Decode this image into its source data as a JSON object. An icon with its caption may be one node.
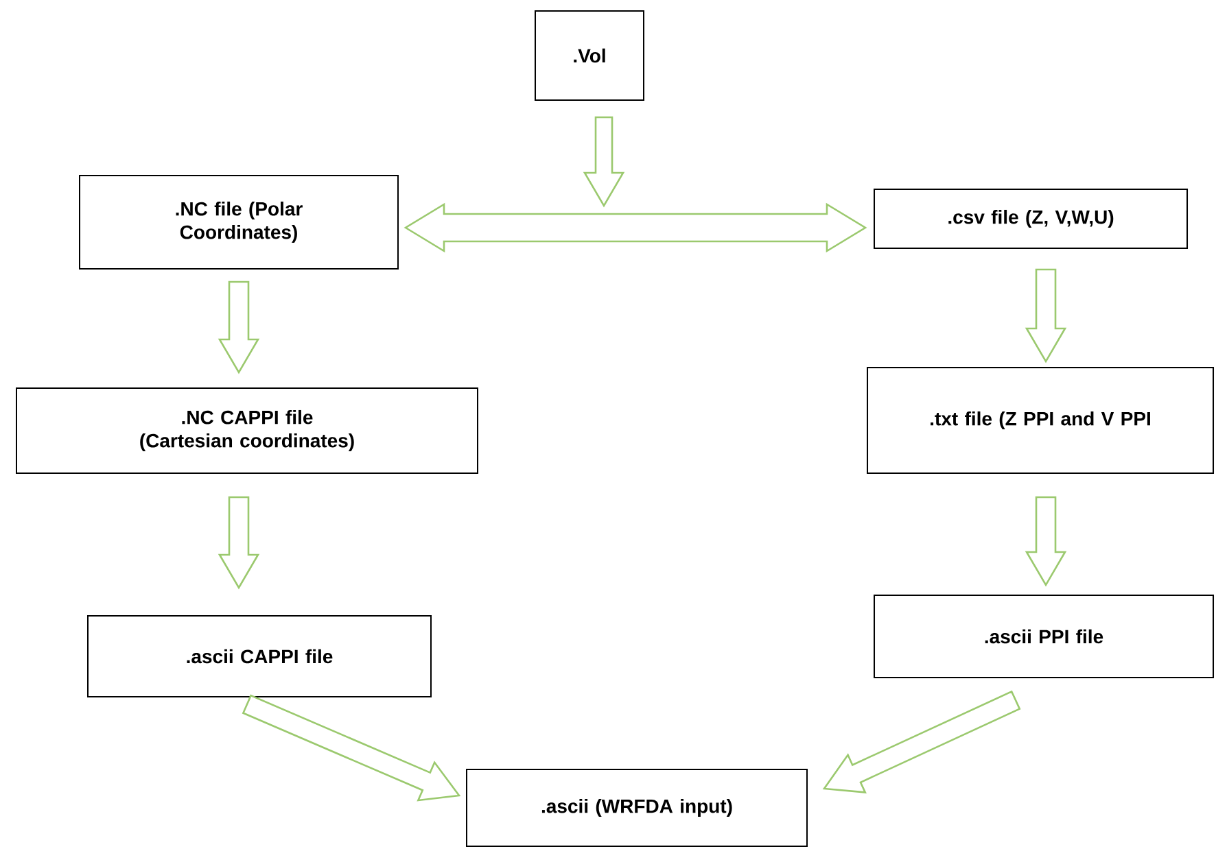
{
  "diagram": {
    "nodes": [
      {
        "text": [
          ".Vol"
        ]
      },
      {
        "text": [
          ".NC file (Polar Coordinates)"
        ]
      },
      {
        "text": [
          ".csv file (Z, V,W,U)"
        ]
      },
      {
        "text": [
          ".NC CAPPI file (Cartesian coordinates)"
        ]
      },
      {
        "text": [
          ".txt file (Z PPI and V PPI"
        ]
      },
      {
        "text": [
          ".ascii CAPPI file"
        ]
      },
      {
        "text": [
          ".ascii PPI file"
        ]
      },
      {
        "text": [
          ".ascii (WRFDA input)"
        ]
      }
    ],
    "edges": [
      {
        "from": 1,
        "to": 2,
        "arrow": "both"
      },
      {
        "from": 0,
        "to": null,
        "arrow": "to"
      },
      {
        "from": 1,
        "to": 3,
        "arrow": "to"
      },
      {
        "from": 2,
        "to": 4,
        "arrow": "to"
      },
      {
        "from": 3,
        "to": 5,
        "arrow": "to"
      },
      {
        "from": 4,
        "to": 6,
        "arrow": "to"
      },
      {
        "from": 5,
        "to": 7,
        "arrow": "to"
      },
      {
        "from": 6,
        "to": 7,
        "arrow": "to"
      }
    ]
  }
}
